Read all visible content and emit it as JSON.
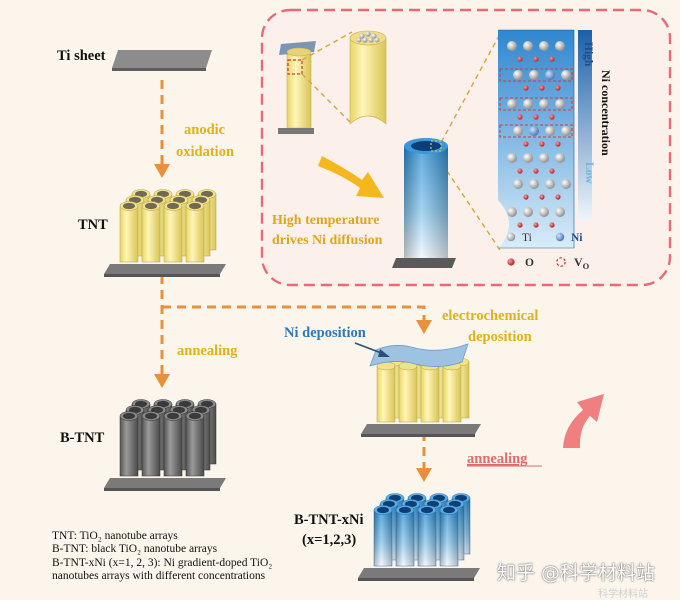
{
  "labels": {
    "ti_sheet": "Ti sheet",
    "anodic_1": "anodic",
    "anodic_2": "oxidation",
    "tnt": "TNT",
    "annealing_left": "annealing",
    "btnt": "B-TNT",
    "ni_deposition": "Ni deposition",
    "electro_1": "electrochemical",
    "electro_2": "deposition",
    "annealing_right": "annealing",
    "btntxni_1": "B-TNT-xNi",
    "btntxni_2": "(x=1,2,3)",
    "high_temp_1": "High temperature",
    "high_temp_2": "drives Ni diffusion",
    "ni_conc": "Ni concentration",
    "high": "High",
    "low": "Low"
  },
  "legend": {
    "ti": "Ti",
    "ni": "Ni",
    "o": "O",
    "vo": "V",
    "vo_sub": "O"
  },
  "notes": {
    "line1": "TNT: TiO₂ nanotube arrays",
    "line2": "B-TNT: black TiO₂ nanotube arrays",
    "line3": "B-TNT-xNi (x=1, 2, 3): Ni gradient-doped TiO₂",
    "line4": "nanotubes arrays with different concentrations"
  },
  "watermark": {
    "main": "知乎 @科学材料站",
    "sub": "科学材料站"
  },
  "colors": {
    "arrow_orange": "#e8913a",
    "label_yellow": "#e0b21a",
    "label_blue": "#2e79b8",
    "tube_yellow": "#f3e48a",
    "tube_gray": "#6e6e6e",
    "tube_blue": "#4aa8e0",
    "inset_border": "#e86a78",
    "curved_arrow": "#f08080"
  }
}
